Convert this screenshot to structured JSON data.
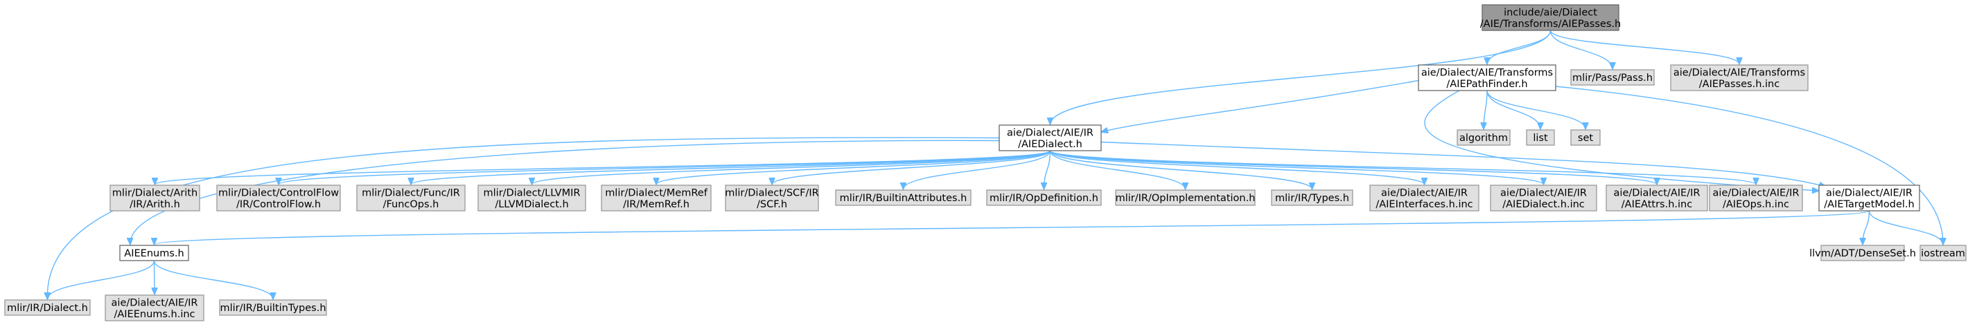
{
  "graph": {
    "title": "include/aie/Dialect/AIE/Transforms/AIEPasses.h",
    "colors": {
      "root_fill": "#999999",
      "root_stroke": "#666666",
      "project_fill": "#ffffff",
      "project_stroke": "#666666",
      "external_fill": "#e0e0e0",
      "external_stroke": "#999999",
      "edge": "#63b8ff"
    },
    "nodes": [
      {
        "id": "root",
        "kind": "root",
        "lines": [
          "include/aie/Dialect",
          "/AIE/Transforms/AIEPasses.h"
        ],
        "interactable": false
      },
      {
        "id": "pathfinder",
        "kind": "project",
        "lines": [
          "aie/Dialect/AIE/Transforms",
          "/AIEPathFinder.h"
        ],
        "interactable": true
      },
      {
        "id": "pass",
        "kind": "external",
        "lines": [
          "mlir/Pass/Pass.h"
        ],
        "interactable": false
      },
      {
        "id": "passesinc",
        "kind": "external",
        "lines": [
          "aie/Dialect/AIE/Transforms",
          "/AIEPasses.h.inc"
        ],
        "interactable": false
      },
      {
        "id": "aiedialect",
        "kind": "project",
        "lines": [
          "aie/Dialect/AIE/IR",
          "/AIEDialect.h"
        ],
        "interactable": true
      },
      {
        "id": "algorithm",
        "kind": "external",
        "lines": [
          "algorithm"
        ],
        "interactable": false
      },
      {
        "id": "list",
        "kind": "external",
        "lines": [
          "list"
        ],
        "interactable": false
      },
      {
        "id": "set",
        "kind": "external",
        "lines": [
          "set"
        ],
        "interactable": false
      },
      {
        "id": "arith",
        "kind": "external",
        "lines": [
          "mlir/Dialect/Arith",
          "/IR/Arith.h"
        ],
        "interactable": false
      },
      {
        "id": "controlflow",
        "kind": "external",
        "lines": [
          "mlir/Dialect/ControlFlow",
          "/IR/ControlFlow.h"
        ],
        "interactable": false
      },
      {
        "id": "funcops",
        "kind": "external",
        "lines": [
          "mlir/Dialect/Func/IR",
          "/FuncOps.h"
        ],
        "interactable": false
      },
      {
        "id": "llvmir",
        "kind": "external",
        "lines": [
          "mlir/Dialect/LLVMIR",
          "/LLVMDialect.h"
        ],
        "interactable": false
      },
      {
        "id": "memref",
        "kind": "external",
        "lines": [
          "mlir/Dialect/MemRef",
          "/IR/MemRef.h"
        ],
        "interactable": false
      },
      {
        "id": "scf",
        "kind": "external",
        "lines": [
          "mlir/Dialect/SCF/IR",
          "/SCF.h"
        ],
        "interactable": false
      },
      {
        "id": "builtinattrs",
        "kind": "external",
        "lines": [
          "mlir/IR/BuiltinAttributes.h"
        ],
        "interactable": false
      },
      {
        "id": "opdef",
        "kind": "external",
        "lines": [
          "mlir/IR/OpDefinition.h"
        ],
        "interactable": false
      },
      {
        "id": "opimpl",
        "kind": "external",
        "lines": [
          "mlir/IR/OpImplementation.h"
        ],
        "interactable": false
      },
      {
        "id": "types",
        "kind": "external",
        "lines": [
          "mlir/IR/Types.h"
        ],
        "interactable": false
      },
      {
        "id": "interfacesinc",
        "kind": "external",
        "lines": [
          "aie/Dialect/AIE/IR",
          "/AIEInterfaces.h.inc"
        ],
        "interactable": false
      },
      {
        "id": "dialectinc",
        "kind": "external",
        "lines": [
          "aie/Dialect/AIE/IR",
          "/AIEDialect.h.inc"
        ],
        "interactable": false
      },
      {
        "id": "attrsinc",
        "kind": "external",
        "lines": [
          "aie/Dialect/AIE/IR",
          "/AIEAttrs.h.inc"
        ],
        "interactable": false
      },
      {
        "id": "opsinc",
        "kind": "external",
        "lines": [
          "aie/Dialect/AIE/IR",
          "/AIEOps.h.inc"
        ],
        "interactable": false
      },
      {
        "id": "targetmodel",
        "kind": "project",
        "lines": [
          "aie/Dialect/AIE/IR",
          "/AIETargetModel.h"
        ],
        "interactable": true
      },
      {
        "id": "aieenums",
        "kind": "project",
        "lines": [
          "AIEEnums.h"
        ],
        "interactable": true
      },
      {
        "id": "denseset",
        "kind": "external",
        "lines": [
          "llvm/ADT/DenseSet.h"
        ],
        "interactable": false
      },
      {
        "id": "iostream",
        "kind": "external",
        "lines": [
          "iostream"
        ],
        "interactable": false
      },
      {
        "id": "mlirdialect",
        "kind": "external",
        "lines": [
          "mlir/IR/Dialect.h"
        ],
        "interactable": false
      },
      {
        "id": "enumsinc",
        "kind": "external",
        "lines": [
          "aie/Dialect/AIE/IR",
          "/AIEEnums.h.inc"
        ],
        "interactable": false
      },
      {
        "id": "builtintypes",
        "kind": "external",
        "lines": [
          "mlir/IR/BuiltinTypes.h"
        ],
        "interactable": false
      }
    ],
    "edges": [
      {
        "from": "root",
        "to": "pathfinder"
      },
      {
        "from": "root",
        "to": "aiedialect"
      },
      {
        "from": "root",
        "to": "pass"
      },
      {
        "from": "root",
        "to": "passesinc"
      },
      {
        "from": "pathfinder",
        "to": "aiedialect"
      },
      {
        "from": "pathfinder",
        "to": "algorithm"
      },
      {
        "from": "pathfinder",
        "to": "list"
      },
      {
        "from": "pathfinder",
        "to": "set"
      },
      {
        "from": "pathfinder",
        "to": "targetmodel"
      },
      {
        "from": "pathfinder",
        "to": "iostream"
      },
      {
        "from": "aiedialect",
        "to": "aieenums"
      },
      {
        "from": "aiedialect",
        "to": "mlirdialect"
      },
      {
        "from": "aiedialect",
        "to": "arith"
      },
      {
        "from": "aiedialect",
        "to": "controlflow"
      },
      {
        "from": "aiedialect",
        "to": "funcops"
      },
      {
        "from": "aiedialect",
        "to": "llvmir"
      },
      {
        "from": "aiedialect",
        "to": "memref"
      },
      {
        "from": "aiedialect",
        "to": "scf"
      },
      {
        "from": "aiedialect",
        "to": "builtinattrs"
      },
      {
        "from": "aiedialect",
        "to": "opdef"
      },
      {
        "from": "aiedialect",
        "to": "opimpl"
      },
      {
        "from": "aiedialect",
        "to": "types"
      },
      {
        "from": "aiedialect",
        "to": "interfacesinc"
      },
      {
        "from": "aiedialect",
        "to": "dialectinc"
      },
      {
        "from": "aiedialect",
        "to": "attrsinc"
      },
      {
        "from": "aiedialect",
        "to": "opsinc"
      },
      {
        "from": "aiedialect",
        "to": "targetmodel"
      },
      {
        "from": "targetmodel",
        "to": "aieenums"
      },
      {
        "from": "targetmodel",
        "to": "denseset"
      },
      {
        "from": "targetmodel",
        "to": "iostream"
      },
      {
        "from": "aieenums",
        "to": "mlirdialect"
      },
      {
        "from": "aieenums",
        "to": "enumsinc"
      },
      {
        "from": "aieenums",
        "to": "builtintypes"
      }
    ]
  }
}
